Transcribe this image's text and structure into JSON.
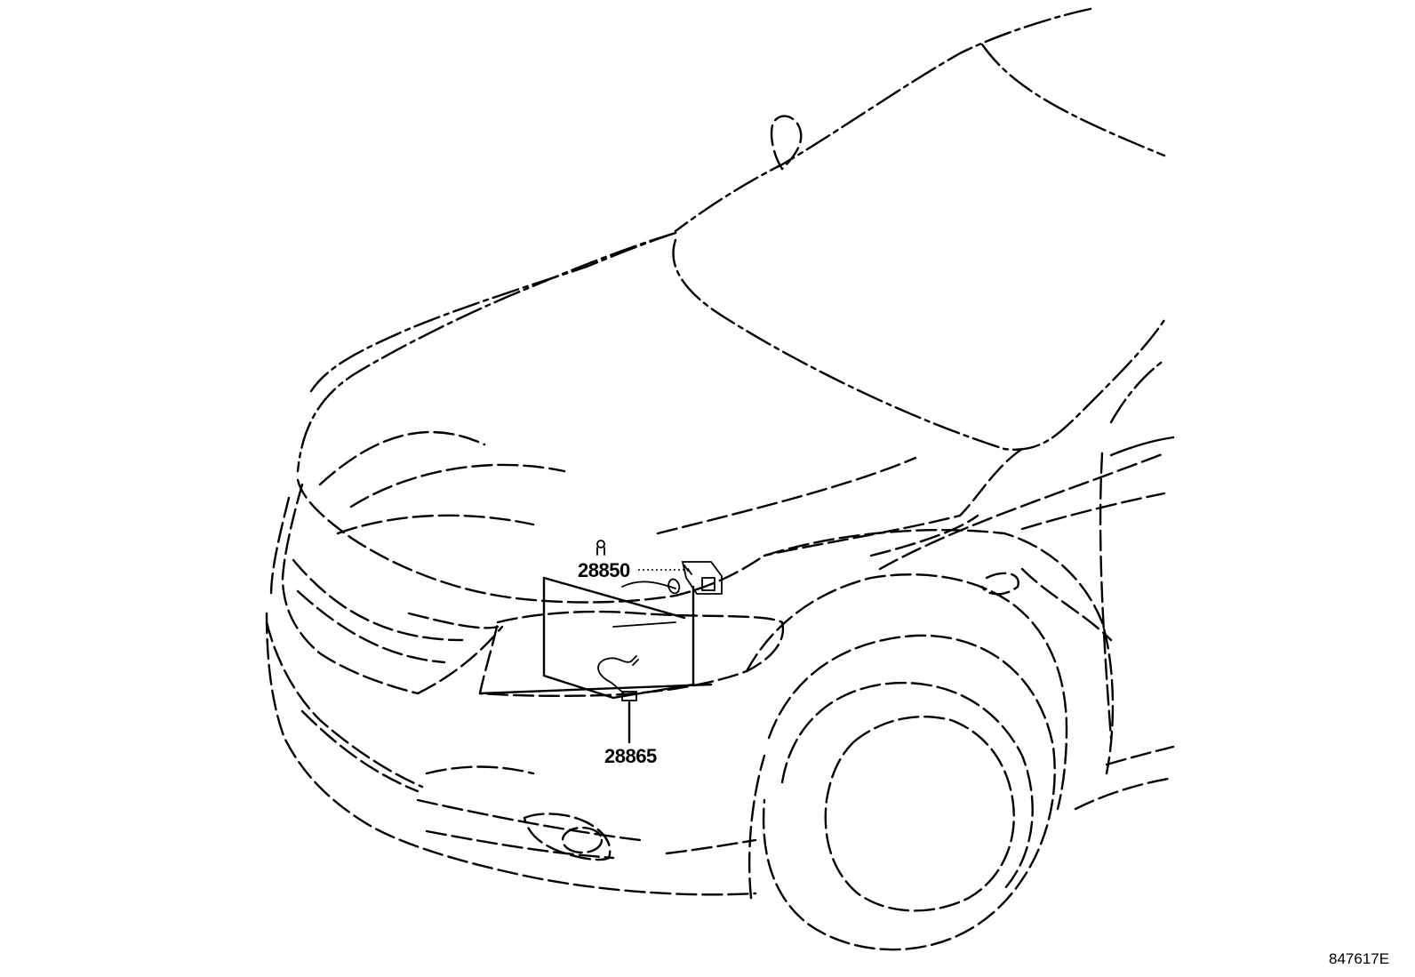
{
  "diagram": {
    "parts": [
      {
        "number": "28850"
      },
      {
        "number": "28865"
      }
    ],
    "figure_ref": "847617E"
  }
}
